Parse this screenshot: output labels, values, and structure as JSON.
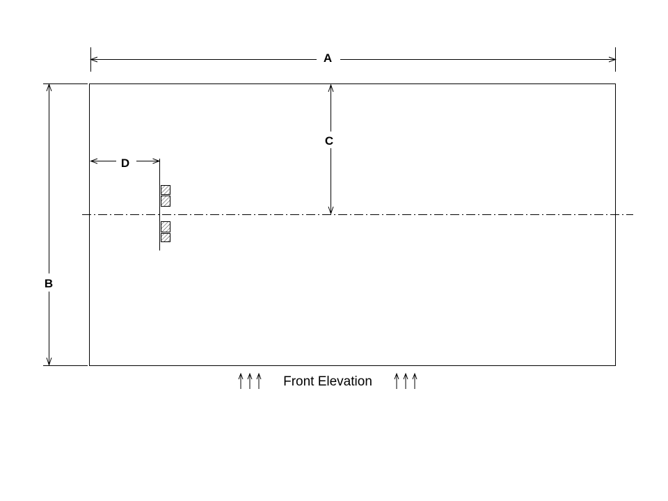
{
  "drawing": {
    "type": "technical-elevation-drawing",
    "caption": "Front Elevation",
    "dimensions": {
      "a": {
        "label": "A",
        "description": "overall width dimension (top)"
      },
      "b": {
        "label": "B",
        "description": "overall height dimension (left)"
      },
      "c": {
        "label": "C",
        "description": "top edge to centerline dimension"
      },
      "d": {
        "label": "D",
        "description": "left edge to fitting dimension"
      }
    },
    "icons": {
      "caption_arrows": "up-arrow",
      "caption_arrow_count_each_side": 3
    },
    "colors": {
      "line": "#000000",
      "background": "#ffffff"
    }
  }
}
